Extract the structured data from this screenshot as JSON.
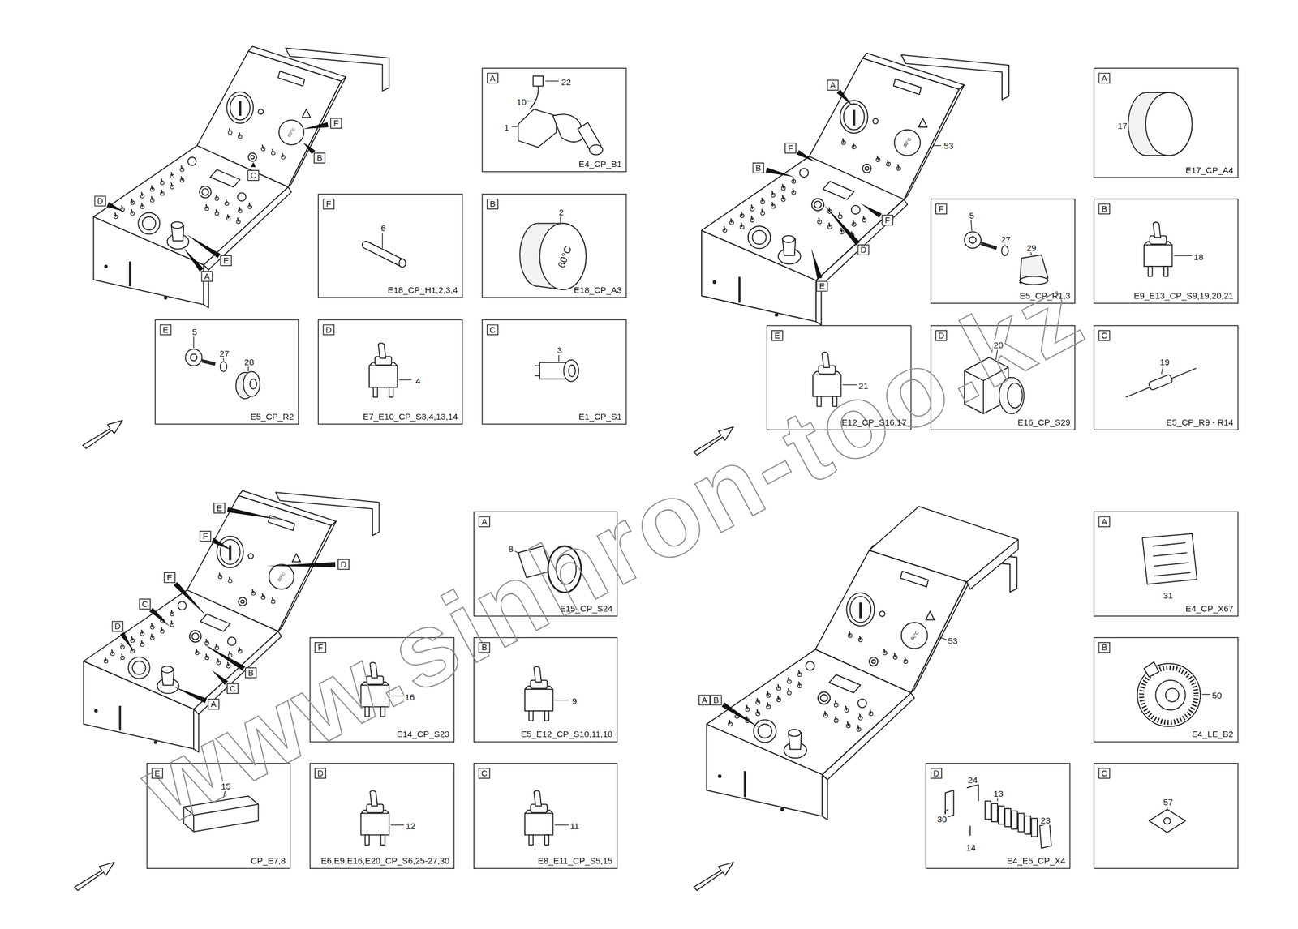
{
  "diagram": {
    "nodes": [
      {
        "text": [
          "A",
          "22",
          "10",
          "1",
          "E4_CP_B1"
        ]
      },
      {
        "text": [
          "F",
          "6",
          "E18_CP_H1,2,3,4"
        ]
      },
      {
        "text": [
          "B",
          "2",
          "60°C",
          "E18_CP_A3"
        ]
      },
      {
        "text": [
          "E",
          "5",
          "27",
          "28",
          "E5_CP_R2"
        ]
      },
      {
        "text": [
          "D",
          "4",
          "E7_E10_CP_S3,4,13,14"
        ]
      },
      {
        "text": [
          "C",
          "3",
          "E1_CP_S1"
        ]
      },
      {
        "text": [
          "A",
          "17",
          "E17_CP_A4"
        ]
      },
      {
        "text": [
          "F",
          "5",
          "27",
          "29",
          "E5_CP_R1,3"
        ]
      },
      {
        "text": [
          "B",
          "18",
          "E9_E13_CP_S9,19,20,21"
        ]
      },
      {
        "text": [
          "E",
          "21",
          "E12_CP_S16,17"
        ]
      },
      {
        "text": [
          "D",
          "20",
          "E16_CP_S29"
        ]
      },
      {
        "text": [
          "C",
          "19",
          "E5_CP_R9 - R14"
        ]
      },
      {
        "text": [
          "A",
          "8",
          "E15_CP_S24"
        ]
      },
      {
        "text": [
          "F",
          "16",
          "E14_CP_S23"
        ]
      },
      {
        "text": [
          "B",
          "9",
          "E5_E12_CP_S10,11,18"
        ]
      },
      {
        "text": [
          "E",
          "15",
          "CP_E7,8"
        ]
      },
      {
        "text": [
          "D",
          "12",
          "E6,E9,E16,E20_CP_S6,25-27,30"
        ]
      },
      {
        "text": [
          "C",
          "11",
          "E8_E11_CP_S5,15"
        ]
      },
      {
        "text": [
          "A",
          "31",
          "E4_CP_X67"
        ]
      },
      {
        "text": [
          "B",
          "50",
          "E4_LE_B2"
        ]
      },
      {
        "text": [
          "D",
          "24",
          "13",
          "30",
          "23",
          "14",
          "E4_E5_CP_X4"
        ]
      },
      {
        "text": [
          "C",
          "57"
        ]
      }
    ],
    "labels": [
      "F",
      "B",
      "C",
      "D",
      "E",
      "A",
      "60°C",
      "A",
      "F",
      "B",
      "F",
      "D",
      "E",
      "53",
      "60°C",
      "E",
      "F",
      "D",
      "E",
      "C",
      "D",
      "B",
      "C",
      "A",
      "60°C",
      "A",
      "B",
      "53",
      "60°C",
      "www.sinhron-too.kz"
    ]
  }
}
